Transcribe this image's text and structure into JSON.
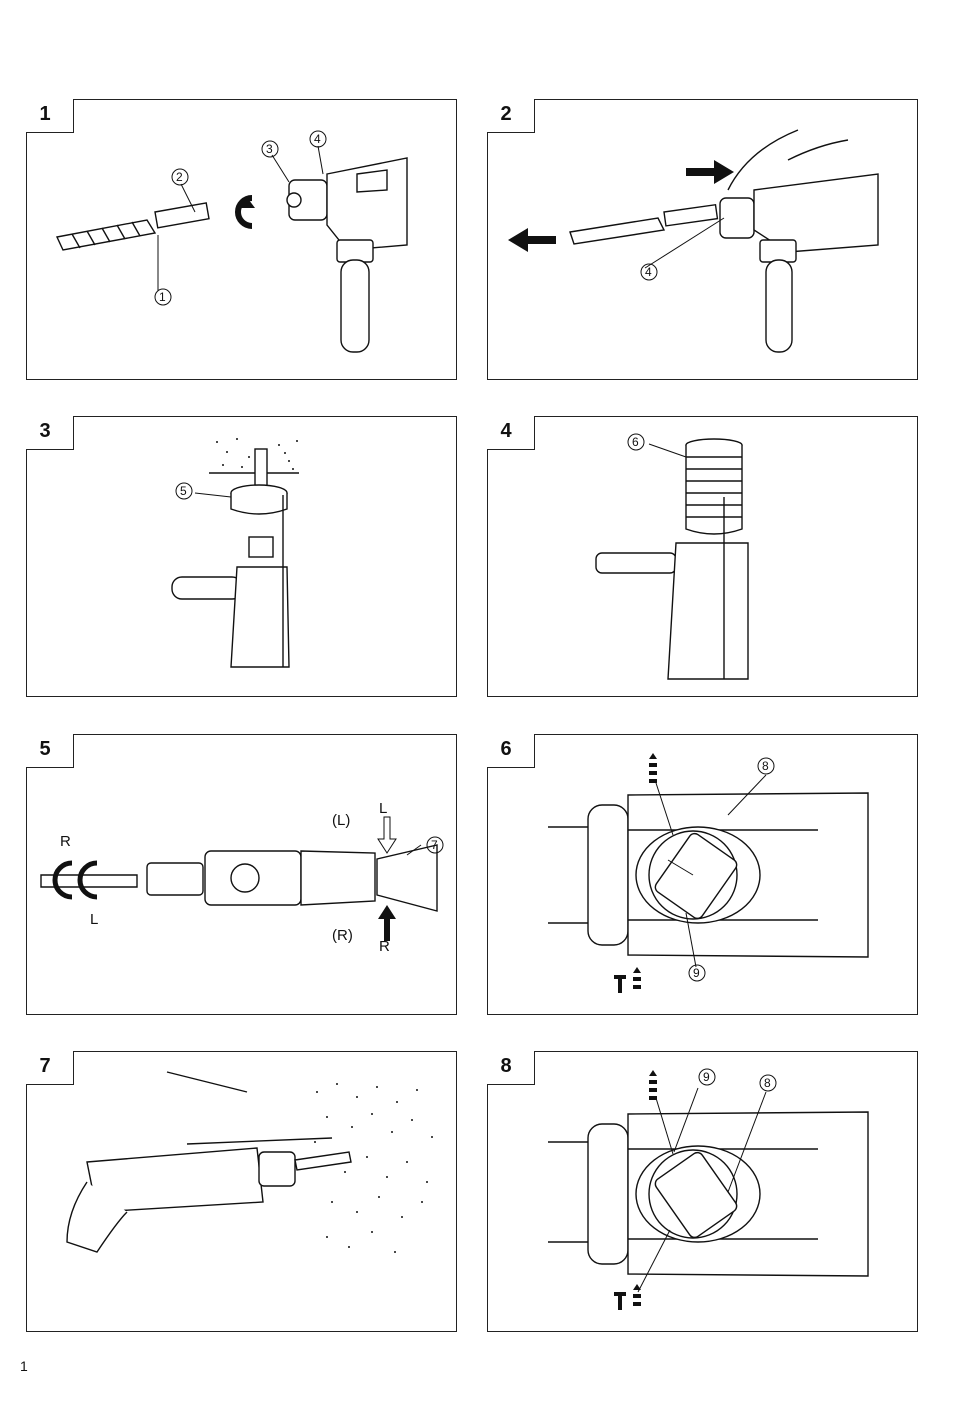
{
  "page": {
    "number": "1"
  },
  "panels": [
    {
      "label": "1",
      "callouts": [
        "1",
        "2",
        "3",
        "4"
      ]
    },
    {
      "label": "2",
      "callouts": [
        "4"
      ]
    },
    {
      "label": "3",
      "callouts": [
        "5"
      ]
    },
    {
      "label": "4",
      "callouts": [
        "6"
      ]
    },
    {
      "label": "5",
      "callouts": [
        "7"
      ],
      "letters": {
        "r_top": "R",
        "l_bottom": "L",
        "l_paren": "(L)",
        "l_arrow": "L",
        "r_paren": "(R)",
        "r_arrow": "R"
      }
    },
    {
      "label": "6",
      "callouts": [
        "8",
        "9"
      ]
    },
    {
      "label": "7",
      "callouts": []
    },
    {
      "label": "8",
      "callouts": [
        "9",
        "8"
      ]
    }
  ]
}
